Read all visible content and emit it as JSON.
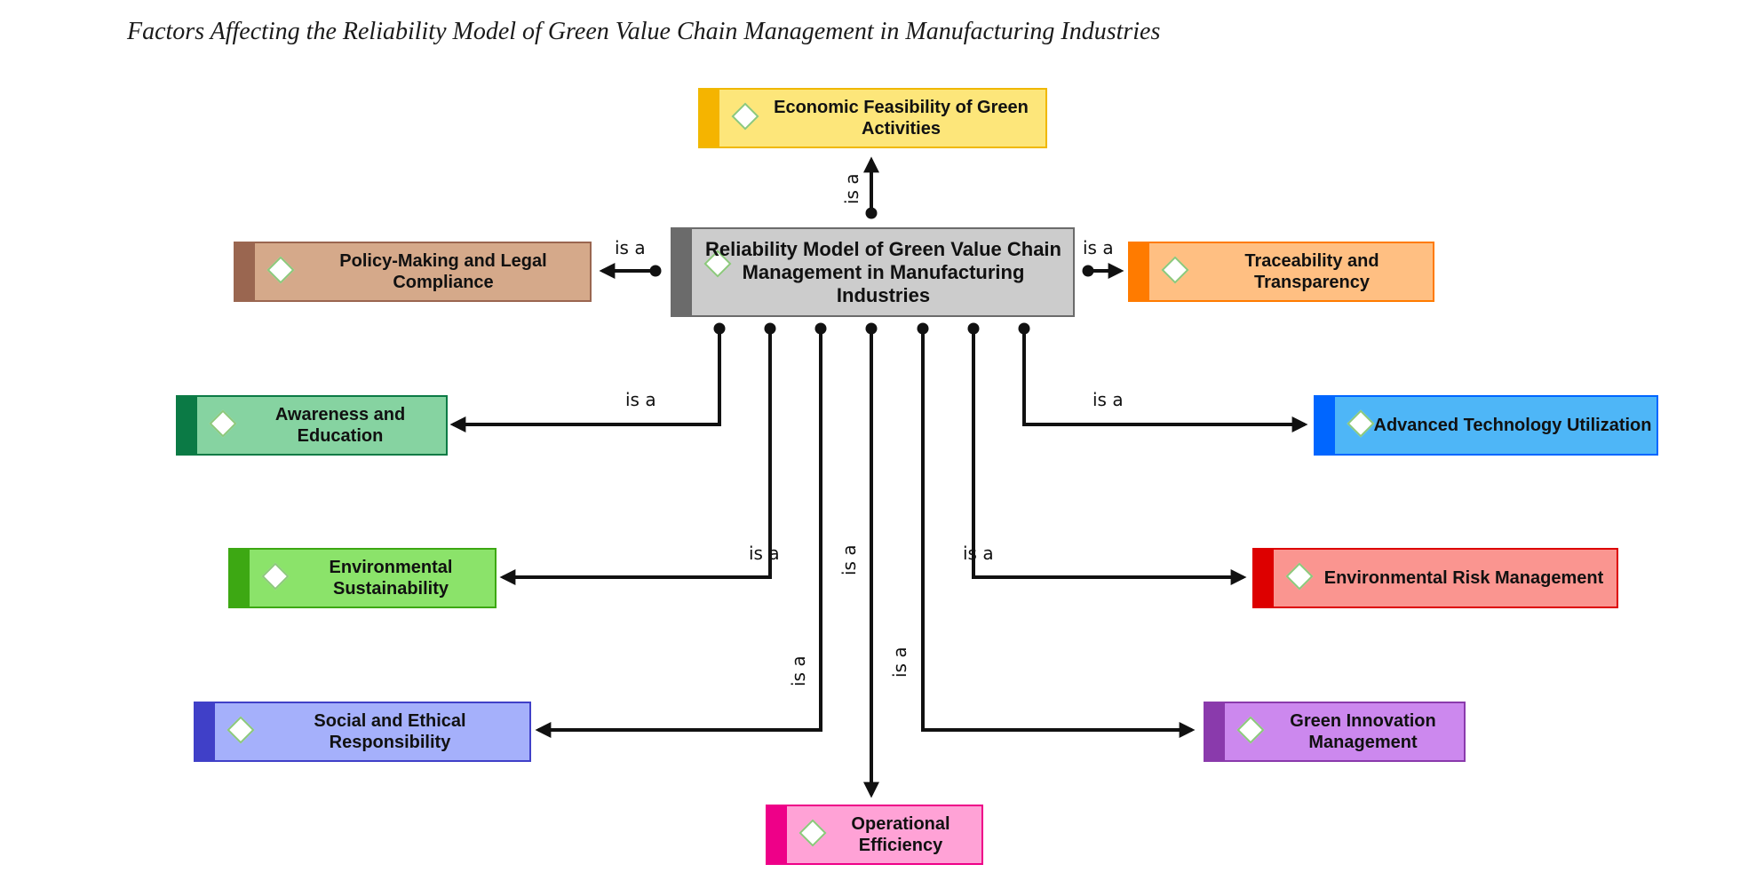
{
  "caption": "Factors Affecting the Reliability Model of Green Value Chain Management in Manufacturing Industries",
  "relation_label": "is a",
  "center": {
    "label": "Reliability Model of Green Value Chain Management in Manufacturing Industries",
    "fill": "#cccccc",
    "strip": "#6b6b6b",
    "border": "#6b6b6b"
  },
  "factors": [
    {
      "id": "economic",
      "label": "Economic Feasibility of Green Activities",
      "fill": "#fde67a",
      "strip": "#f5b400",
      "border": "#f0b800"
    },
    {
      "id": "policy",
      "label": "Policy-Making and Legal Compliance",
      "fill": "#d5a98a",
      "strip": "#9a6650",
      "border": "#9a6650"
    },
    {
      "id": "traceability",
      "label": "Traceability and Transparency",
      "fill": "#ffbf82",
      "strip": "#ff7b00",
      "border": "#ff7b00"
    },
    {
      "id": "awareness",
      "label": "Awareness and Education",
      "fill": "#86d3a1",
      "strip": "#0b7a45",
      "border": "#0b7a45"
    },
    {
      "id": "technology",
      "label": "Advanced Technology Utilization",
      "fill": "#4eb6f7",
      "strip": "#0066ff",
      "border": "#0066ff"
    },
    {
      "id": "sustainability",
      "label": "Environmental Sustainability",
      "fill": "#8be36a",
      "strip": "#3da813",
      "border": "#3da813"
    },
    {
      "id": "risk",
      "label": "Environmental Risk Management",
      "fill": "#fa9590",
      "strip": "#dd0000",
      "border": "#dd0000"
    },
    {
      "id": "social",
      "label": "Social and Ethical Responsibility",
      "fill": "#a5b0fb",
      "strip": "#4040c8",
      "border": "#4040c8"
    },
    {
      "id": "innovation",
      "label": "Green Innovation Management",
      "fill": "#cc88ee",
      "strip": "#8a3aac",
      "border": "#8a3aac"
    },
    {
      "id": "operational",
      "label": "Operational Efficiency",
      "fill": "#ffa2d6",
      "strip": "#ee0088",
      "border": "#ee0088"
    }
  ]
}
